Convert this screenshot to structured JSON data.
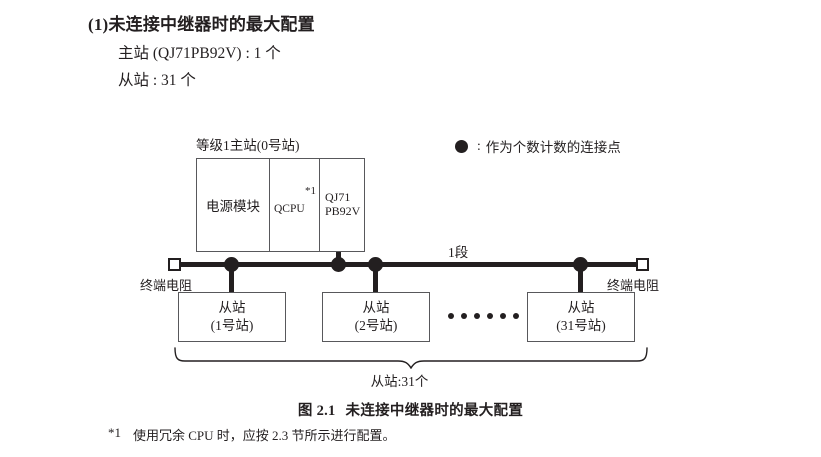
{
  "heading": {
    "number": "(1)",
    "text": "未连接中继器时的最大配置"
  },
  "spec": {
    "master": "主站 (QJ71PB92V) : 1 个",
    "slave": "从站 : 31 个"
  },
  "legend": {
    "marker_icon": "filled-circle-icon",
    "colon": ":",
    "text": "作为个数计数的连接点"
  },
  "diagram": {
    "rack_caption": "等级1主站(0号站)",
    "rack": {
      "power_module": "电源模块",
      "cpu": "QCPU",
      "cpu_note": "*1",
      "network_line1": "QJ71",
      "network_line2": "PB92V"
    },
    "segment_label": "1段",
    "terminator_left": "终端电阻",
    "terminator_right": "终端电阻",
    "slaves": [
      {
        "title": "从站",
        "station": "(1号站)"
      },
      {
        "title": "从站",
        "station": "(2号站)"
      },
      {
        "title": "从站",
        "station": "(31号站)"
      }
    ],
    "ellipsis_count": 6,
    "brace_label": "从站:31个"
  },
  "figure_caption": {
    "number": "图 2.1",
    "text": "未连接中继器时的最大配置"
  },
  "footnote": {
    "marker": "*1",
    "text": "使用冗余 CPU 时，应按 2.3 节所示进行配置。"
  },
  "colors": {
    "ink": "#231f20",
    "box_stroke": "#58585b",
    "background": "#ffffff"
  }
}
